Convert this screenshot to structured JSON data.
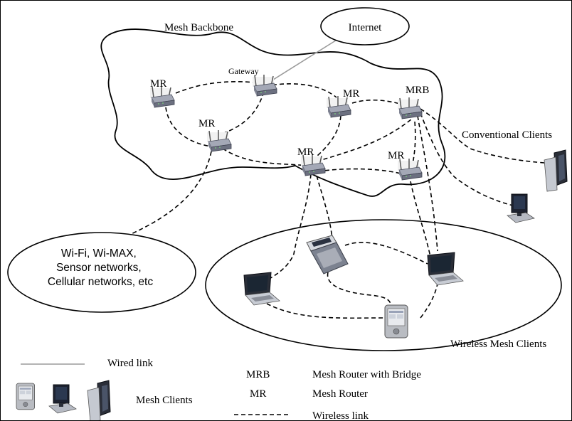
{
  "labels": {
    "mesh_backbone": "Mesh Backbone",
    "internet": "Internet",
    "gateway": "Gateway",
    "mr": "MR",
    "mrb": "MRB",
    "conventional_clients": "Conventional Clients",
    "other_networks": [
      "Wi-Fi, Wi-MAX,",
      "Sensor networks,",
      "Cellular networks, etc"
    ],
    "wireless_mesh_clients": "Wireless Mesh Clients"
  },
  "legend": {
    "wired_link": "Wired link",
    "mesh_clients": "Mesh Clients",
    "mrb_abbr": "MRB",
    "mrb_desc": "Mesh Router with Bridge",
    "mr_abbr": "MR",
    "mr_desc": "Mesh Router",
    "wireless_link": "Wireless link"
  },
  "icons": {
    "router": "mesh-router-icon",
    "laptop": "laptop-icon",
    "pda": "pda-icon",
    "phone": "flip-phone-icon",
    "desktop": "desktop-computer-icon"
  },
  "colors": {
    "wired": "#9a9a9a",
    "router_body": "#8a8fa0",
    "device_screen": "#1e2430"
  }
}
